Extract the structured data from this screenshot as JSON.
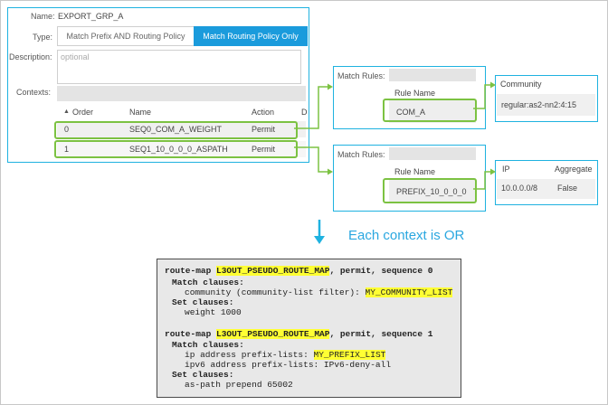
{
  "form": {
    "name_label": "Name:",
    "name_value": "EXPORT_GRP_A",
    "type_label": "Type:",
    "type_option_1": "Match Prefix AND Routing Policy",
    "type_option_2": "Match Routing Policy Only",
    "description_label": "Description:",
    "description_placeholder": "optional",
    "contexts_label": "Contexts:"
  },
  "contexts_table": {
    "sort_icon": "triangle-up-icon",
    "headers": {
      "order": "Order",
      "name": "Name",
      "action": "Action",
      "cut": "D"
    },
    "rows": [
      {
        "order": "0",
        "name": "SEQ0_COM_A_WEIGHT",
        "action": "Permit"
      },
      {
        "order": "1",
        "name": "SEQ1_10_0_0_0_ASPATH",
        "action": "Permit"
      }
    ]
  },
  "match_rules_top": {
    "label": "Match Rules:",
    "col": "Rule Name",
    "value": "COM_A"
  },
  "match_rules_bottom": {
    "label": "Match Rules:",
    "col": "Rule Name",
    "value": "PREFIX_10_0_0_0"
  },
  "community_box": {
    "header": "Community",
    "value": "regular:as2-nn2:4:15"
  },
  "ip_box": {
    "header_ip": "IP",
    "header_aggregate": "Aggregate",
    "ip": "10.0.0.0/8",
    "aggregate": "False"
  },
  "caption": "Each context is OR",
  "code": {
    "s0_kw": "route-map ",
    "s0_name": "L3OUT_PSEUDO_ROUTE_MAP",
    "s0_rest": ", permit, sequence 0",
    "s0_match": "Match clauses:",
    "s0_comm_text": "community  (community-list filter): ",
    "s0_comm_hl": "MY_COMMUNITY_LIST",
    "s0_set": "Set clauses:",
    "s0_weight": "weight 1000",
    "s1_kw": "route-map ",
    "s1_name": "L3OUT_PSEUDO_ROUTE_MAP",
    "s1_rest": ", permit, sequence 1",
    "s1_match": "Match clauses:",
    "s1_ip_text": "ip address prefix-lists: ",
    "s1_ip_hl": "MY_PREFIX_LIST",
    "s1_ipv6": "ipv6 address prefix-lists: IPv6-deny-all",
    "s1_set": "Set clauses:",
    "s1_aspath": "as-path prepend 65002"
  },
  "colors": {
    "accent": "#1a9bdc",
    "frame_cyan": "#1fb2e0",
    "green": "#7cc242",
    "highlight": "#ffff33"
  }
}
